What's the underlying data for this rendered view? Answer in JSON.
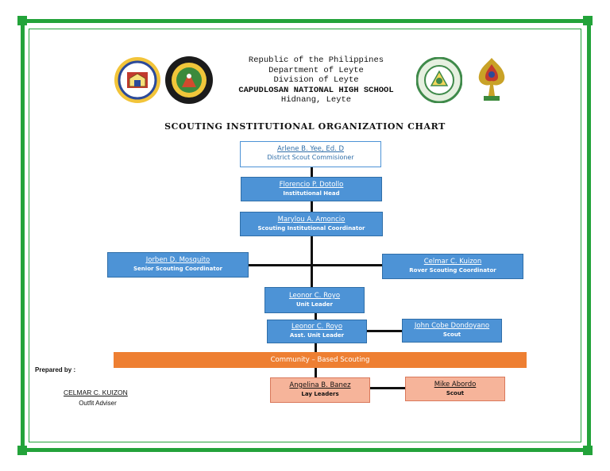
{
  "colors": {
    "frame": "#23a33a",
    "box_blue": "#4d93d6",
    "box_salmon": "#f6b49a",
    "band_orange": "#ee7f32"
  },
  "header": {
    "line1": "Republic of the Philippines",
    "line2": "Department of Leyte",
    "line3": "Division of Leyte",
    "school": "CAPUDLOSAN NATIONAL HIGH SCHOOL",
    "town": "Hidnang, Leyte"
  },
  "logos": {
    "seal1": "school-seal-icon",
    "seal2": "scouting-seal-icon",
    "seal3": "division-of-leyte-seal-icon",
    "seal4": "boy-scout-emblem-icon"
  },
  "title": "SCOUTING INSTITUTIONAL ORGANIZATION CHART",
  "nodes": {
    "commissioner": {
      "name": "Arlene B. Yee, Ed. D",
      "role": "District Scout Commisioner"
    },
    "head": {
      "name": "Florencio P. Dotollo",
      "role": "Institutional Head"
    },
    "coordinator": {
      "name": "Marylou A. Amoncio",
      "role": "Scouting Institutional Coordinator"
    },
    "senior": {
      "name": "Jorben D. Mosquito",
      "role": "Senior Scouting Coordinator"
    },
    "rover": {
      "name": "Celmar C. Kuizon",
      "role": "Rover Scouting Coordinator"
    },
    "unit_leader": {
      "name": "Leonor C. Royo",
      "role": "Unit Leader"
    },
    "asst_leader": {
      "name": "Leonor C. Royo",
      "role": "Asst. Unit Leader"
    },
    "scout1": {
      "name": "John Cobe Dondoyano",
      "role": "Scout"
    },
    "band": "Community – Based Scouting",
    "lay_leader": {
      "name": "Angelina B. Banez",
      "role": "Lay Leaders"
    },
    "scout2": {
      "name": "Mike Abordo",
      "role": "Scout"
    }
  },
  "prepared": {
    "label": "Prepared by :",
    "name": "CELMAR C. KUIZON",
    "role": "Outfit Adviser"
  }
}
